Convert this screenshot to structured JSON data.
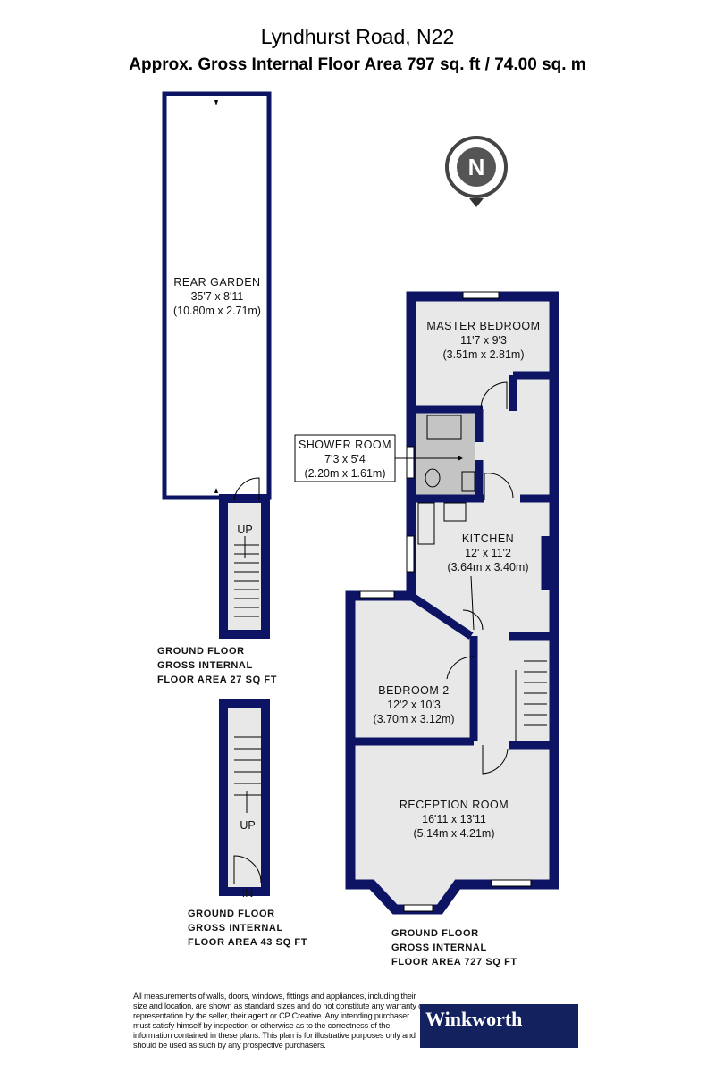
{
  "header": {
    "title": "Lyndhurst Road, N22",
    "subtitle": "Approx. Gross Internal Floor Area 797 sq. ft / 74.00 sq. m"
  },
  "compass": {
    "letter": "N"
  },
  "rooms": {
    "rear_garden": {
      "name": "REAR GARDEN",
      "imperial": "35'7 x 8'11",
      "metric": "(10.80m x 2.71m)"
    },
    "master_bedroom": {
      "name": "MASTER BEDROOM",
      "imperial": "11'7 x 9'3",
      "metric": "(3.51m x 2.81m)"
    },
    "shower_room": {
      "name": "SHOWER ROOM",
      "imperial": "7'3 x 5'4",
      "metric": "(2.20m x 1.61m)"
    },
    "kitchen": {
      "name": "KITCHEN",
      "imperial": "12' x 11'2",
      "metric": "(3.64m x 3.40m)"
    },
    "bedroom2": {
      "name": "BEDROOM 2",
      "imperial": "12'2 x 10'3",
      "metric": "(3.70m x 3.12m)"
    },
    "reception": {
      "name": "RECEPTION ROOM",
      "imperial": "16'11 x 13'11",
      "metric": "(5.14m x 4.21m)"
    }
  },
  "stair_labels": {
    "up": "UP",
    "in": "IN"
  },
  "areas": [
    {
      "line1": "GROUND FLOOR",
      "line2": "GROSS INTERNAL",
      "line3": "FLOOR AREA 27 SQ FT"
    },
    {
      "line1": "GROUND FLOOR",
      "line2": "GROSS INTERNAL",
      "line3": "FLOOR AREA 43 SQ FT"
    },
    {
      "line1": "GROUND FLOOR",
      "line2": "GROSS INTERNAL",
      "line3": "FLOOR AREA 727 SQ FT"
    }
  ],
  "disclaimer": "All measurements of walls, doors, windows, fittings and appliances, including their size and location, are shown as standard sizes and do not constitute any warranty or representation by the seller, their agent or CP Creative. Any intending purchaser must satisfy himself by inspection or otherwise as to the correctness of the information contained in these plans. This plan is for illustrative purposes only and should be used as such by any prospective purchasers.",
  "logo": "Winkworth",
  "colors": {
    "wall": "#0c1463",
    "floor": "#e8e8e8",
    "wet_room": "#c4c4c4",
    "logo_bg": "#13215e"
  }
}
